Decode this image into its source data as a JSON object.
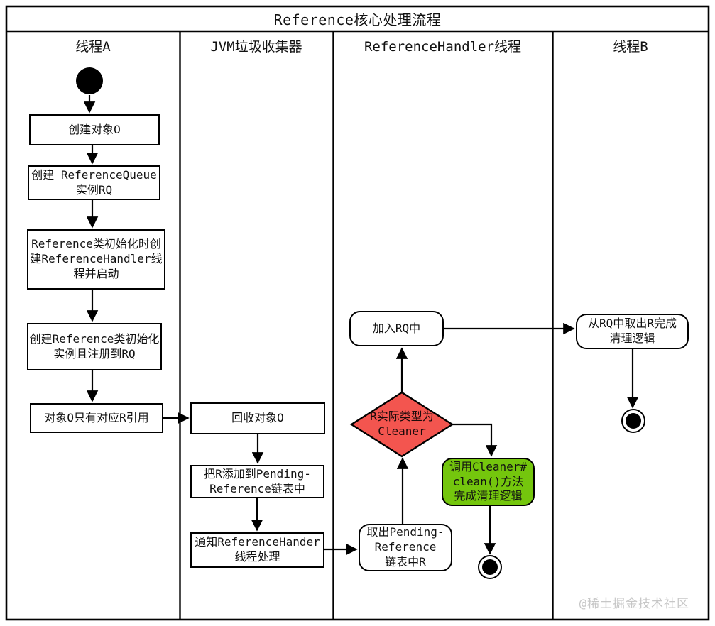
{
  "title": "Reference核心处理流程",
  "watermark": "@稀土掘金技术社区",
  "colors": {
    "line": "#000000",
    "decision_fill": "#f3554f",
    "cleaner_fill": "#74c60d",
    "watermark": "#c7c7c7"
  },
  "lanes": [
    {
      "label": "线程A"
    },
    {
      "label": "JVM垃圾收集器"
    },
    {
      "label": "ReferenceHandler线程"
    },
    {
      "label": "线程B"
    }
  ],
  "nodes": {
    "thread_a": {
      "create_object": "创建对象O",
      "create_queue": "创建 ReferenceQueue\n实例RQ",
      "init_reference_class": "Reference类初始化时创\n建ReferenceHandler线\n程并启动",
      "create_reference": "创建Reference类初始化\n实例且注册到RQ",
      "only_r_reference": "对象O只有对应R引用"
    },
    "gc": {
      "collect_object": "回收对象O",
      "add_pending": "把R添加到Pending-\nReference链表中",
      "notify_handler": "通知ReferenceHander\n线程处理"
    },
    "handler": {
      "take_pending": "取出Pending-\nReference\n链表中R",
      "decision": "R实际类型为\nCleaner",
      "enqueue": "加入RQ中",
      "call_clean": "调用Cleaner#\nclean()方法\n完成清理逻辑"
    },
    "thread_b": {
      "dequeue": "从RQ中取出R完成\n清理逻辑"
    }
  }
}
